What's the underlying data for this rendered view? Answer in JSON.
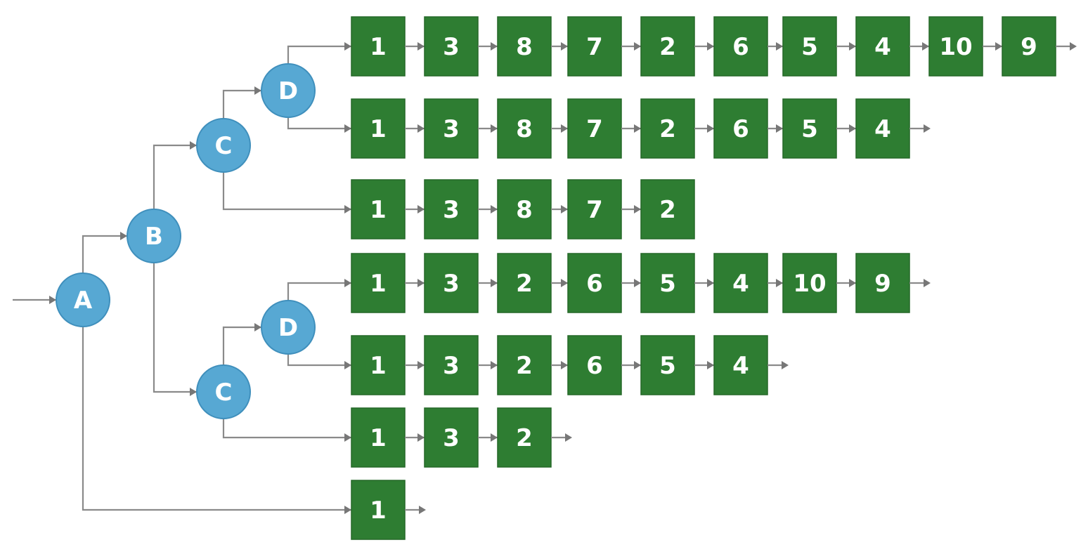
{
  "nodes": [
    {
      "id": "A",
      "label": "A"
    },
    {
      "id": "B",
      "label": "B"
    },
    {
      "id": "C1",
      "label": "C"
    },
    {
      "id": "D1",
      "label": "D"
    },
    {
      "id": "C2",
      "label": "C"
    },
    {
      "id": "D2",
      "label": "D"
    }
  ],
  "sequences": [
    {
      "source": "D1",
      "items": [
        "1",
        "3",
        "8",
        "7",
        "2",
        "6",
        "5",
        "4",
        "10",
        "9"
      ],
      "continues": true
    },
    {
      "source": "D1",
      "items": [
        "1",
        "3",
        "8",
        "7",
        "2",
        "6",
        "5",
        "4"
      ],
      "continues": true
    },
    {
      "source": "C1",
      "items": [
        "1",
        "3",
        "8",
        "7",
        "2"
      ],
      "continues": false
    },
    {
      "source": "D2",
      "items": [
        "1",
        "3",
        "2",
        "6",
        "5",
        "4",
        "10",
        "9"
      ],
      "continues": true
    },
    {
      "source": "D2",
      "items": [
        "1",
        "3",
        "2",
        "6",
        "5",
        "4"
      ],
      "continues": true
    },
    {
      "source": "C2",
      "items": [
        "1",
        "3",
        "2"
      ],
      "continues": true
    },
    {
      "source": "A",
      "items": [
        "1"
      ],
      "continues": true
    }
  ],
  "edges": [
    {
      "from": "A",
      "to": "B"
    },
    {
      "from": "B",
      "to": "C1"
    },
    {
      "from": "C1",
      "to": "D1"
    },
    {
      "from": "B",
      "to": "C2"
    },
    {
      "from": "C2",
      "to": "D2"
    }
  ],
  "colors": {
    "node_fill": "#57a8d3",
    "box_fill": "#2e7d32",
    "connector": "#8a8a8a"
  }
}
